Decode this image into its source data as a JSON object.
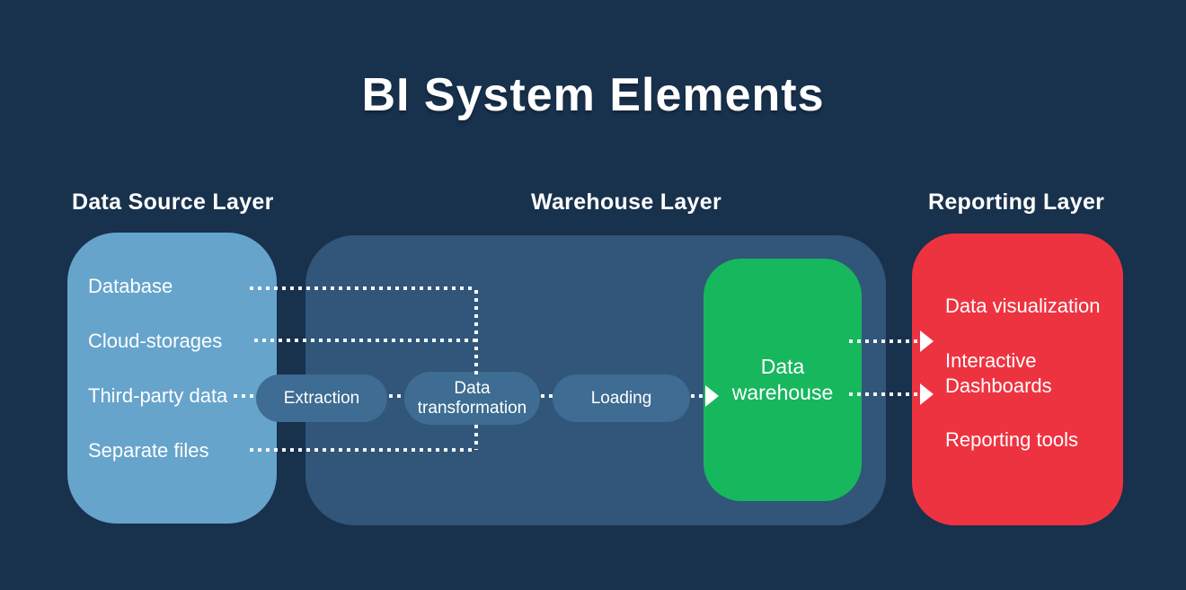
{
  "title": "BI System Elements",
  "layers": {
    "source": {
      "heading": "Data Source Layer",
      "items": [
        "Database",
        "Cloud-storages",
        "Third-party data",
        "Separate files"
      ]
    },
    "warehouse": {
      "heading": "Warehouse Layer",
      "pills": [
        "Extraction",
        "Data transformation",
        "Loading"
      ],
      "warehouse_box_label": "Data warehouse"
    },
    "reporting": {
      "heading": "Reporting Layer",
      "items": [
        "Data visualization",
        "Interactive Dashboards",
        "Reporting tools"
      ]
    }
  },
  "icons": {
    "flow_arrows": "arrow-right-icon"
  },
  "colors": {
    "background": "#18314d",
    "source_panel": "#66a4cc",
    "warehouse_panel": "#31567a",
    "pill": "#3e6c92",
    "warehouse_box": "#17b75e",
    "reporting_panel": "#ee3340",
    "text": "#ffffff"
  }
}
